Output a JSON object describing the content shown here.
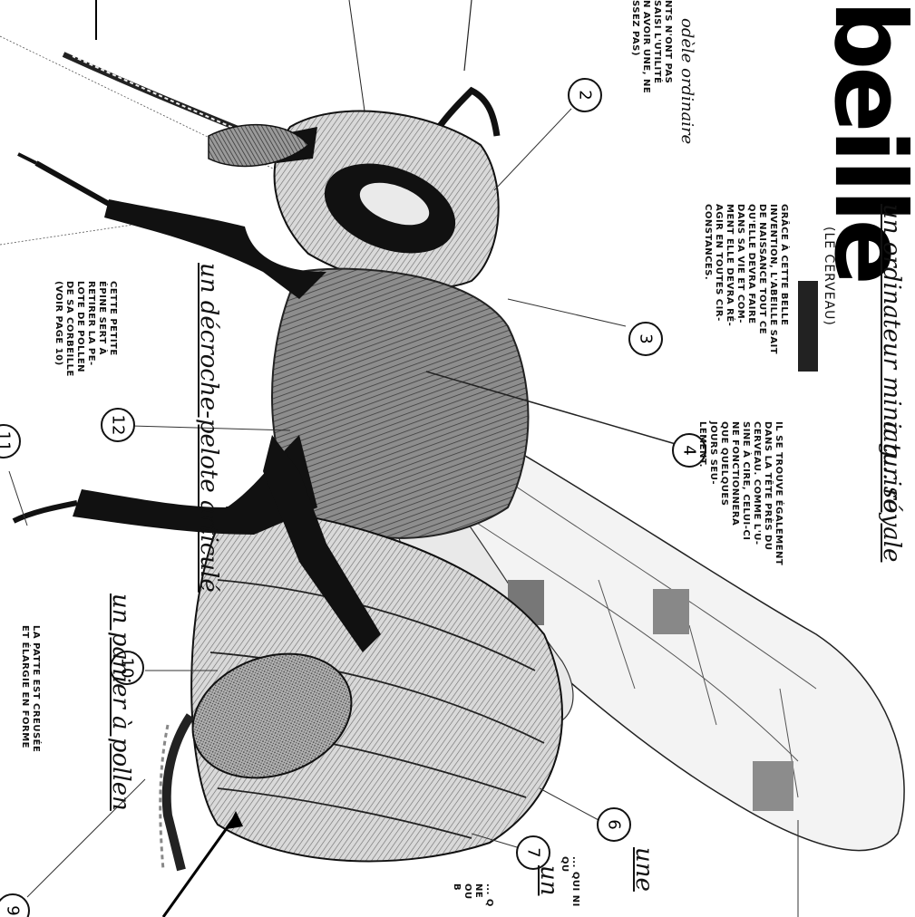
{
  "title": "beille",
  "subtitle_note": "odèle ordinaire",
  "sections": {
    "ordinateur": {
      "heading": "un ordinateur miniaturisé",
      "sub": "(LE CERVEAU)",
      "text": "GRÂCE À CETTE BELLE\nINVENTION, L'ABEILLE SAIT\nDE NAISSANCE TOUT CE\nQU'ELLE DEVRA FAIRE\nDANS SA VIE ET COM-\nMENT ELLE DEVRA RÉ-\nAGIR EN TOUTES CIR-\nCONSTANCES."
    },
    "gelee": {
      "heading": "a g... royale",
      "text": "IL SE TROUVE ÉGALEMENT\nDANS LA TÊTE PRÈS DU\nCERVEAU. COMME L'U-\nSINE À CIRE, CELUI-CI\nNE FONCTIONNERA\nQUE QUELQUES\nJOURS SEU-\nLEMENT."
    },
    "panier": {
      "heading": "un panier à pollen",
      "text": "LA PATTE EST CREUSÉE\nET ÉLARGIE EN FORME"
    },
    "decroche": {
      "heading": "un décroche-pelote articulé",
      "text": "CETTE PETITE\nÉPINE SERT À\nRETIRER LA PE-\nLOTE DE POLLEN\nDE SA CORBEILLE\n(VOIR PAGE 10)"
    },
    "top_fragment": {
      "text": "NTS N'ONT PAS\nSAISI L'UTILITÉ\nN AVOIR UNE, NE\nSSEZ PAS)"
    },
    "bottom_fragment": {
      "heading_a": "une",
      "heading_b": "un",
      "text_a": "... QUI NI\nQU",
      "text_b": "... Q\nNE\nOU\nB"
    }
  },
  "callouts": [
    "2",
    "3",
    "4",
    "6",
    "7",
    "9",
    "10",
    "11",
    "12"
  ]
}
